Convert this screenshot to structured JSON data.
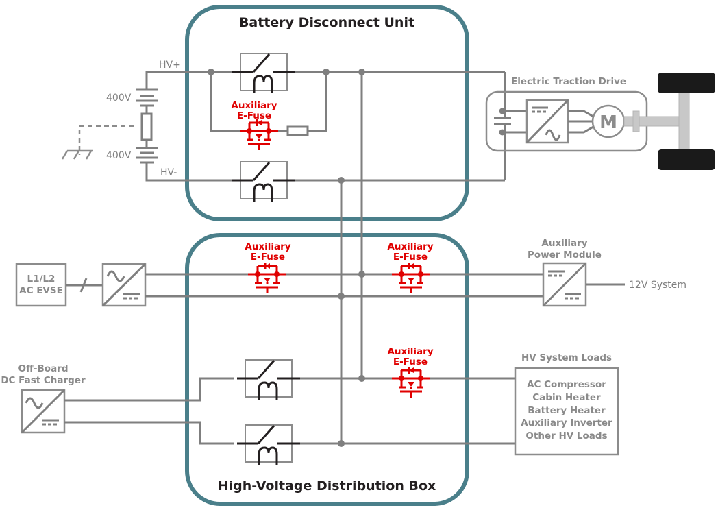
{
  "diagram": {
    "colors": {
      "enclosure": "#4a7f8a",
      "wire": "#7f7f7f",
      "efuse": "#e00000",
      "contact": "#231f20",
      "label": "#8a8a8a"
    },
    "battery_disconnect_unit": {
      "title": "Battery Disconnect Unit",
      "efuse_label_line1": "Auxiliary",
      "efuse_label_line2": "E-Fuse"
    },
    "battery": {
      "hv_plus": "HV+",
      "hv_minus": "HV-",
      "upper_voltage": "400V",
      "lower_voltage": "400V"
    },
    "traction_drive": {
      "title": "Electric Traction Drive",
      "motor_symbol": "M"
    },
    "ac_evse": {
      "line1": "L1/L2",
      "line2": "AC EVSE"
    },
    "hv_distribution_box": {
      "title": "High-Voltage Distribution Box",
      "efuses": [
        {
          "line1": "Auxiliary",
          "line2": "E-Fuse"
        },
        {
          "line1": "Auxiliary",
          "line2": "E-Fuse"
        },
        {
          "line1": "Auxiliary",
          "line2": "E-Fuse"
        }
      ]
    },
    "aux_power_module": {
      "line1": "Auxiliary",
      "line2": "Power Module",
      "output": "12V System"
    },
    "dc_fast_charger": {
      "line1": "Off-Board",
      "line2": "DC Fast Charger"
    },
    "hv_loads": {
      "title": "HV System Loads",
      "items": [
        "AC Compressor",
        "Cabin Heater",
        "Battery Heater",
        "Auxiliary Inverter",
        "Other HV Loads"
      ]
    }
  }
}
